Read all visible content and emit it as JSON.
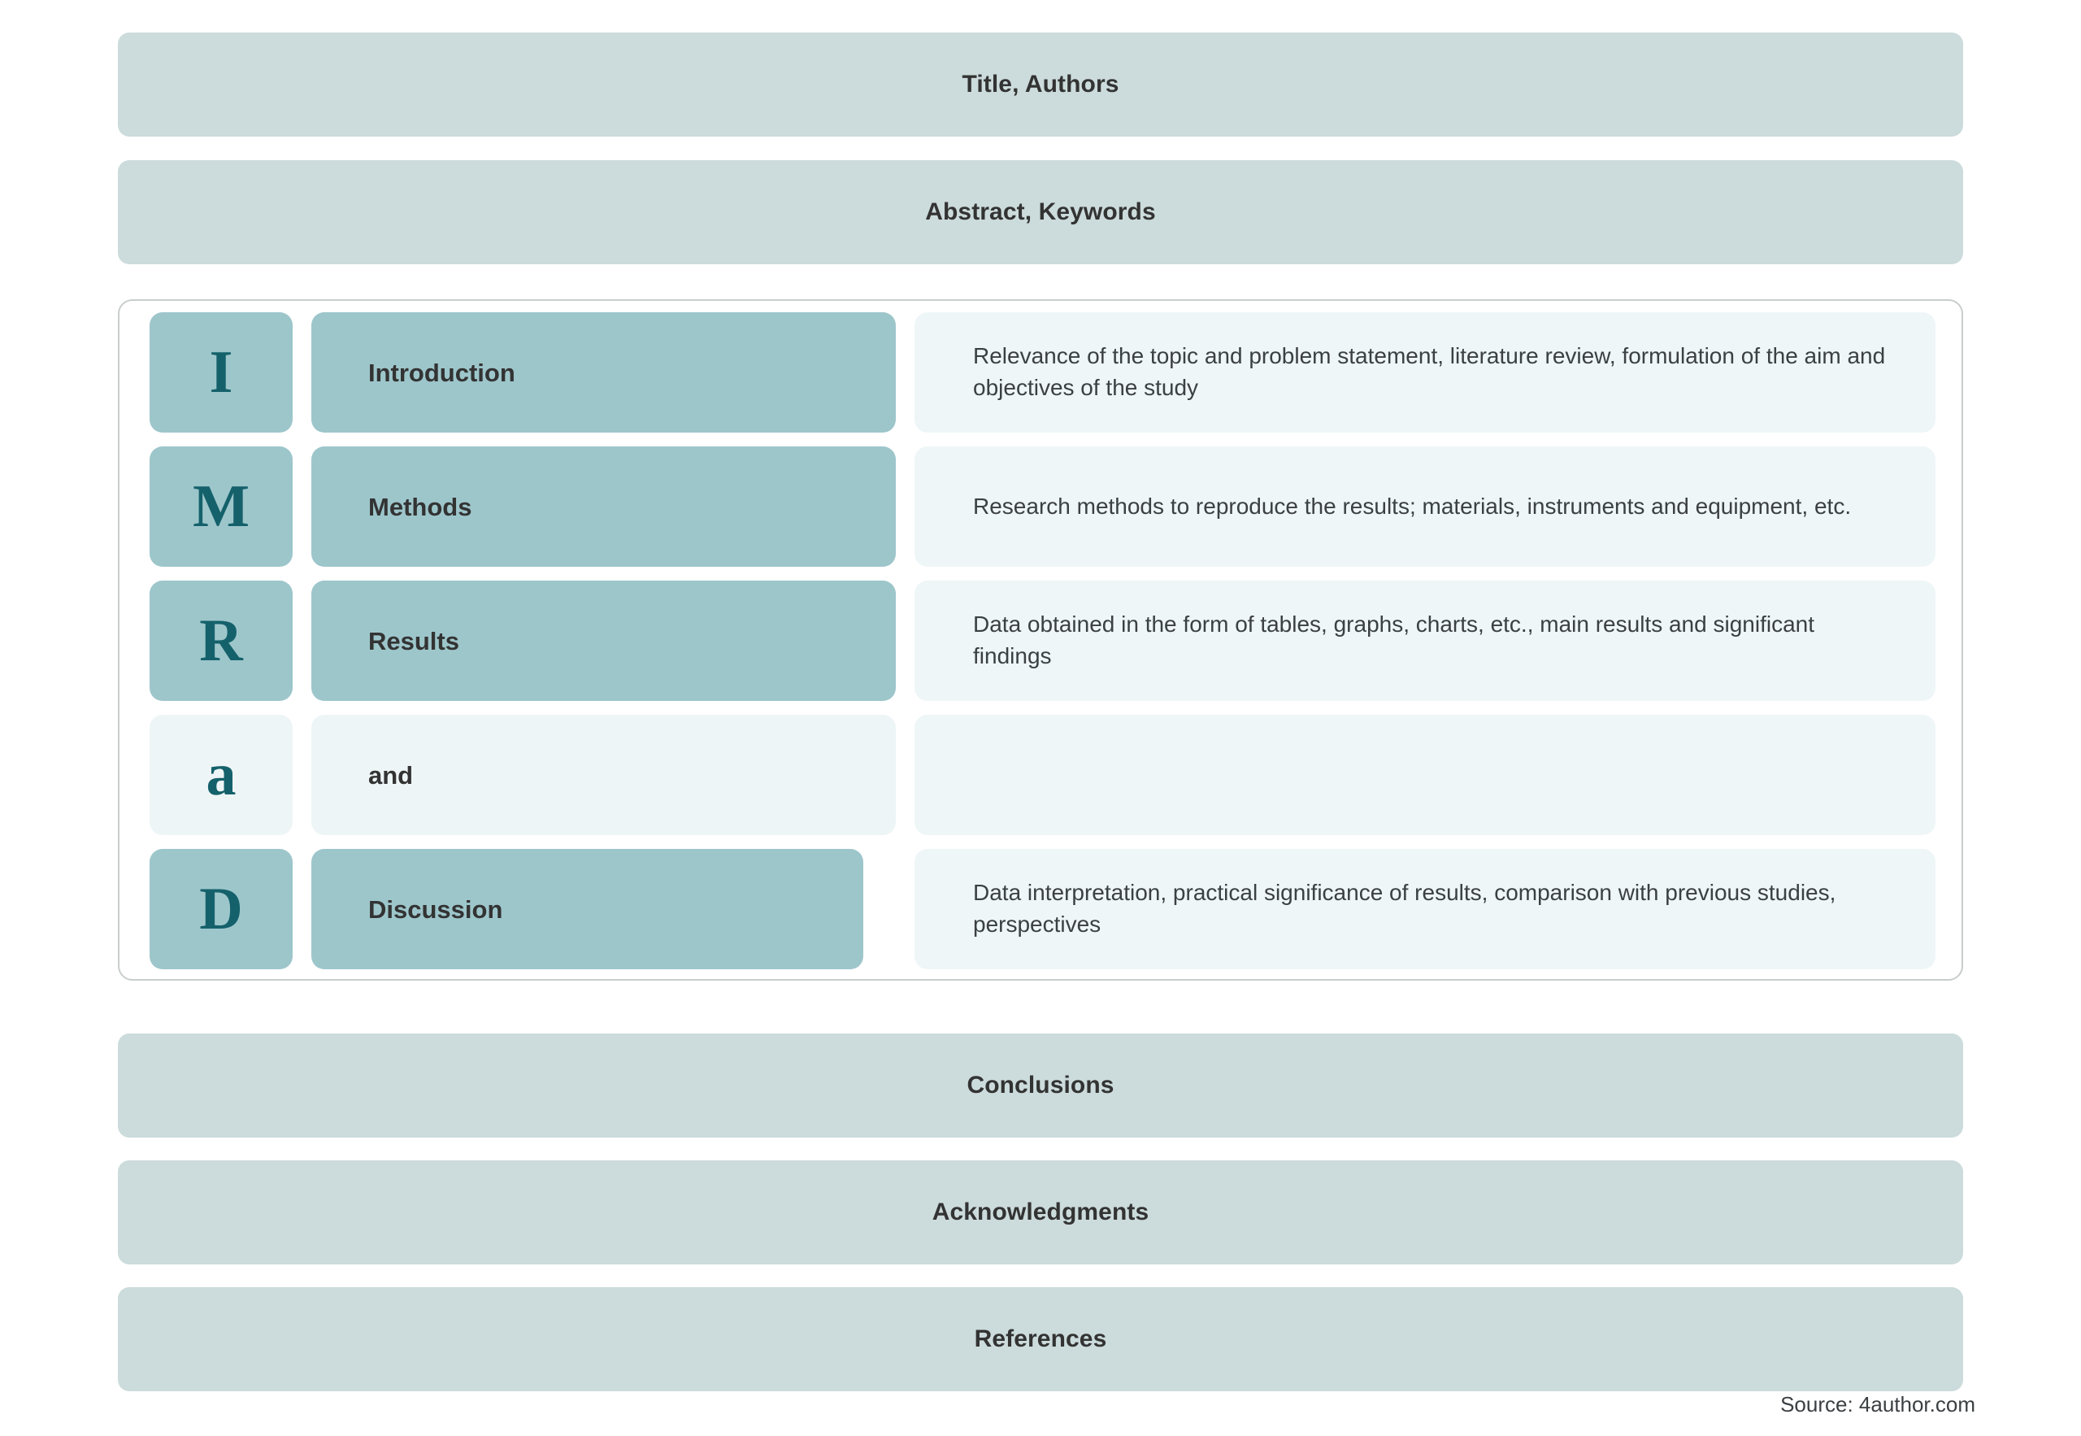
{
  "colors": {
    "band_bg": "#ccdbdb",
    "tile_teal": "#9dc6cb",
    "tile_muted": "#eef5f6",
    "desc_bg": "#eff6f7",
    "letter_color": "#14616b",
    "text_color": "#333333",
    "container_border": "#c9cdcd",
    "page_bg": "#ffffff"
  },
  "top_bands": [
    {
      "label": "Title, Authors"
    },
    {
      "label": "Abstract, Keywords"
    }
  ],
  "imrad": {
    "rows": [
      {
        "letter": "I",
        "name": "Introduction",
        "description": "Relevance of the topic and problem statement, literature review, formulation of the aim and objectives of the study",
        "highlighted": true
      },
      {
        "letter": "M",
        "name": "Methods",
        "description": "Research methods to reproduce the results; materials, instruments and equipment, etc.",
        "highlighted": true
      },
      {
        "letter": "R",
        "name": "Results",
        "description": "Data obtained in the form of tables, graphs, charts, etc., main results and significant findings",
        "highlighted": true
      },
      {
        "letter": "a",
        "name": "and",
        "description": "",
        "highlighted": false
      },
      {
        "letter": "D",
        "name": "Discussion",
        "description": "Data interpretation, practical significance of results, comparison with previous studies, perspectives",
        "highlighted": true
      }
    ]
  },
  "bottom_bands": [
    {
      "label": "Conclusions"
    },
    {
      "label": "Acknowledgments"
    },
    {
      "label": "References"
    }
  ],
  "source": {
    "label": "Source: 4author.com"
  }
}
